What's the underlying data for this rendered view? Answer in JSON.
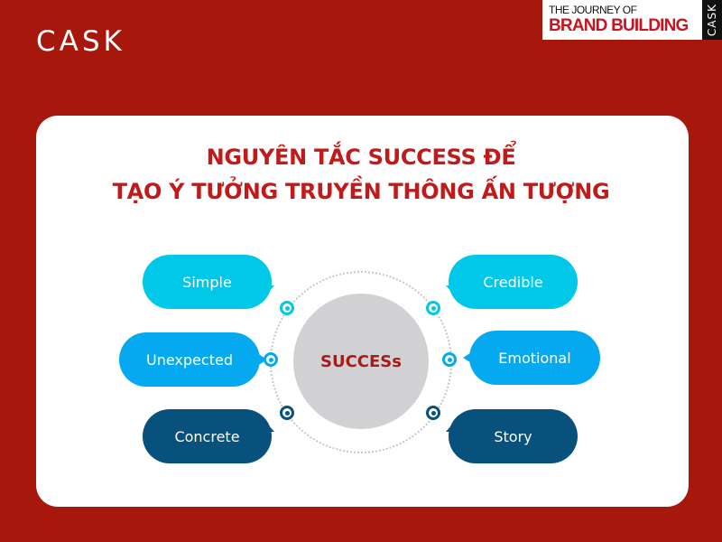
{
  "brand": {
    "logo": "CASK"
  },
  "badge": {
    "line1": "THE JOURNEY OF",
    "line2": "BRAND BUILDING",
    "side": "CASK"
  },
  "title": {
    "line1": "NGUYÊN TẮC SUCCESS ĐỂ",
    "line2": "TẠO Ý TƯỞNG TRUYỀN THÔNG ẤN TƯỢNG"
  },
  "hub": {
    "label": "SUCCESs"
  },
  "colors": {
    "background": "#a8170c",
    "title": "#c01a1a",
    "hub": "#d1d1d3",
    "cyan": "#00c8e8",
    "blue": "#05a9ef",
    "navy": "#08517d"
  },
  "nodes": [
    {
      "label": "Simple",
      "color": "#00c8e8",
      "side": "left",
      "row": 1
    },
    {
      "label": "Unexpected",
      "color": "#05a9ef",
      "side": "left",
      "row": 2
    },
    {
      "label": "Concrete",
      "color": "#08517d",
      "side": "left",
      "row": 3
    },
    {
      "label": "Credible",
      "color": "#00c8e8",
      "side": "right",
      "row": 1
    },
    {
      "label": "Emotional",
      "color": "#05a9ef",
      "side": "right",
      "row": 2
    },
    {
      "label": "Story",
      "color": "#08517d",
      "side": "right",
      "row": 3
    }
  ]
}
